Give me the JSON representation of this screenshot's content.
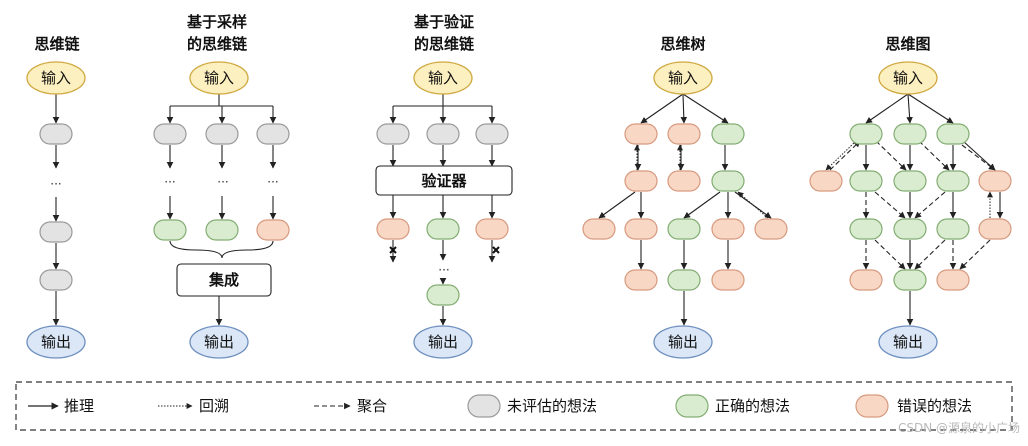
{
  "colors": {
    "io_fill": "#fdf0c0",
    "io_stroke": "#cfa840",
    "out_fill": "#dbe7f7",
    "out_stroke": "#6d8fbf",
    "unevaluated_fill": "#e3e3e3",
    "unevaluated_stroke": "#9a9a9a",
    "correct_fill": "#d9ecd0",
    "correct_stroke": "#83ad73",
    "wrong_fill": "#f8d7c5",
    "wrong_stroke": "#d79a7f"
  },
  "columns": {
    "cot": {
      "title": "思维链"
    },
    "sc": {
      "title_line1": "基于采样",
      "title_line2": "的思维链",
      "ensemble": "集成"
    },
    "verify": {
      "title_line1": "基于验证",
      "title_line2": "的思维链",
      "verifier": "验证器"
    },
    "tot": {
      "title": "思维树"
    },
    "got": {
      "title": "思维图"
    }
  },
  "io": {
    "input": "输入",
    "output": "输出"
  },
  "ellipsis": "···",
  "legend": {
    "reasoning": "推理",
    "backtrack": "回溯",
    "aggregate": "聚合",
    "unevaluated": "未评估的想法",
    "correct": "正确的想法",
    "wrong": "错误的想法"
  },
  "watermark": "CSDN @源泉的小广场"
}
